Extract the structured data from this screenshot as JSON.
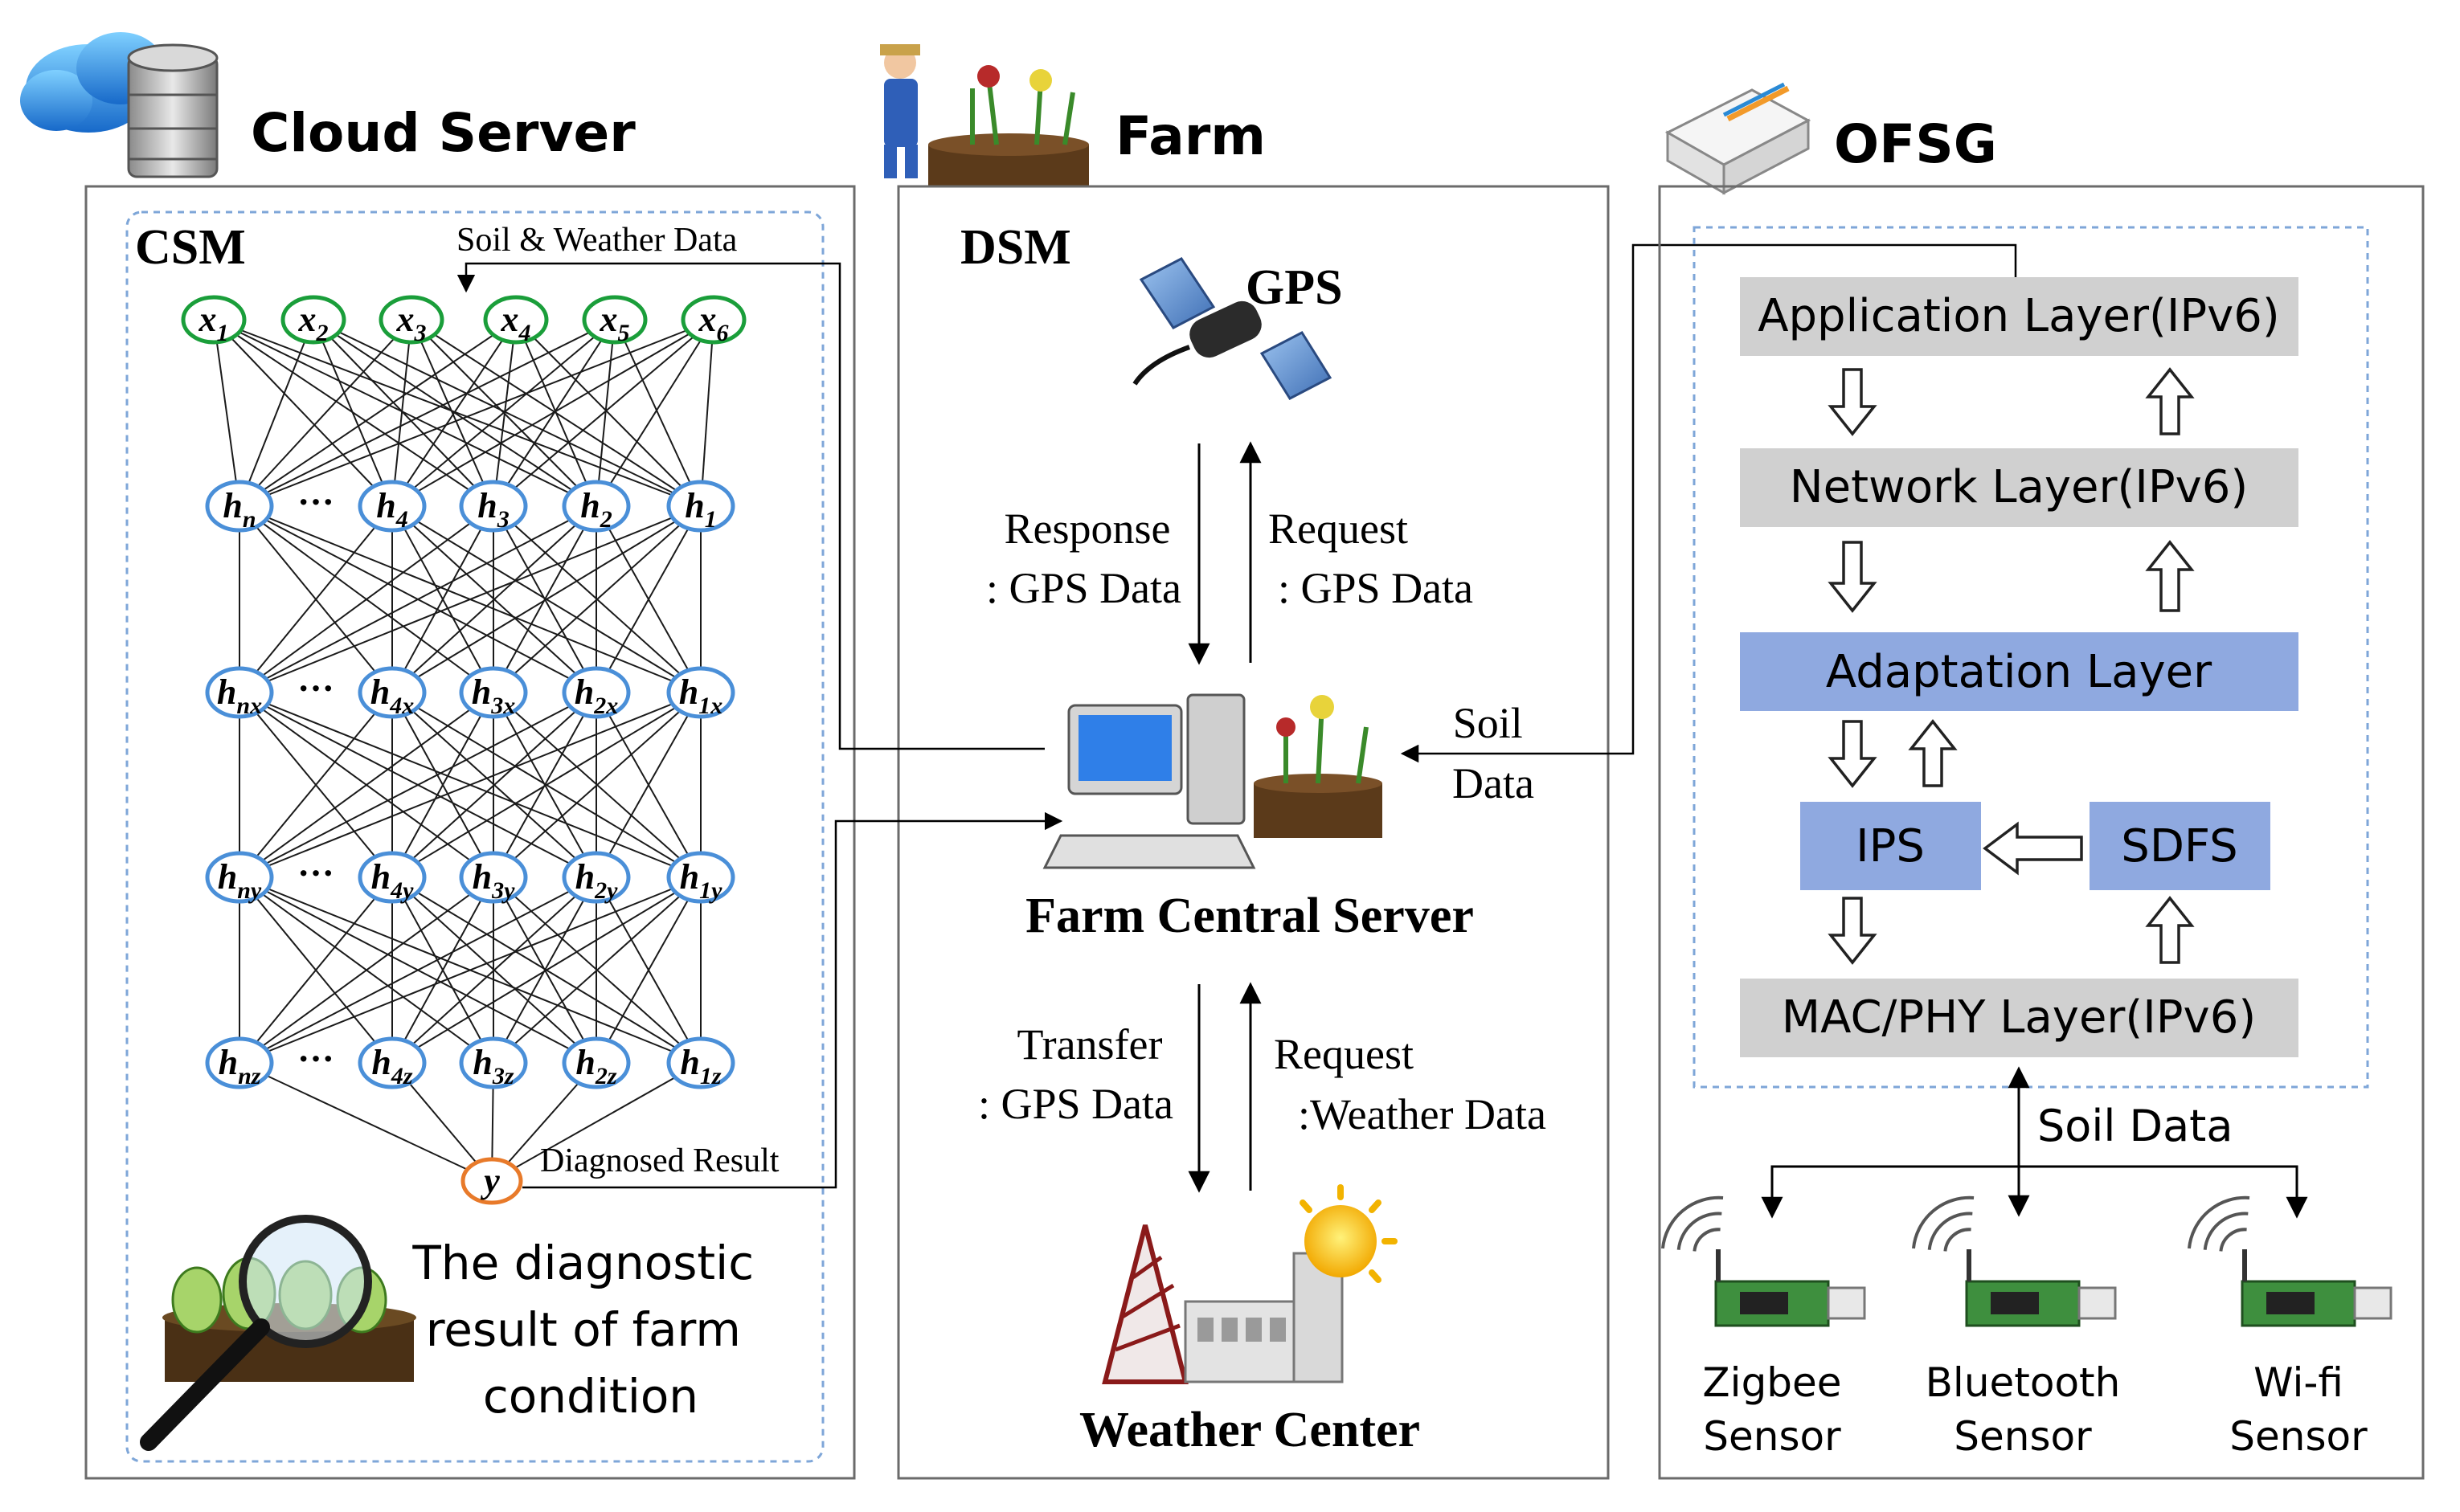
{
  "sections": {
    "cloud": {
      "title": "Cloud Server",
      "module": "CSM",
      "input_label": "Soil & Weather Data",
      "output_label": "Diagnosed Result",
      "caption": [
        "The diagnostic",
        "result of farm",
        "condition"
      ]
    },
    "farm": {
      "title": "Farm",
      "module": "DSM",
      "gps": "GPS",
      "server": "Farm Central Server",
      "weather": "Weather Center",
      "response": [
        "Response",
        ": GPS Data"
      ],
      "request_gps": [
        "Request",
        ": GPS Data"
      ],
      "transfer": [
        "Transfer",
        ": GPS Data"
      ],
      "request_weather": [
        "Request",
        ":Weather Data"
      ],
      "soil": [
        "Soil",
        "Data"
      ]
    },
    "ofsg": {
      "title": "OFSG",
      "app_layer": "Application Layer(IPv6)",
      "net_layer": "Network Layer(IPv6)",
      "adapt_layer": "Adaptation Layer",
      "ips": "IPS",
      "sdfs": "SDFS",
      "mac_layer": "MAC/PHY Layer(IPv6)",
      "soil_data": "Soil Data",
      "sensors": [
        [
          "Zigbee",
          "Sensor"
        ],
        [
          "Bluetooth",
          "Sensor"
        ],
        [
          "Wi-fi",
          "Sensor"
        ]
      ]
    }
  },
  "network": {
    "inputs": [
      [
        "x",
        "1"
      ],
      [
        "x",
        "2"
      ],
      [
        "x",
        "3"
      ],
      [
        "x",
        "4"
      ],
      [
        "x",
        "5"
      ],
      [
        "x",
        "6"
      ]
    ],
    "layers": [
      [
        [
          "h",
          "n"
        ],
        [
          "h",
          "4"
        ],
        [
          "h",
          "3"
        ],
        [
          "h",
          "2"
        ],
        [
          "h",
          "1"
        ]
      ],
      [
        [
          "h",
          "nx"
        ],
        [
          "h",
          "4x"
        ],
        [
          "h",
          "3x"
        ],
        [
          "h",
          "2x"
        ],
        [
          "h",
          "1x"
        ]
      ],
      [
        [
          "h",
          "ny"
        ],
        [
          "h",
          "4y"
        ],
        [
          "h",
          "3y"
        ],
        [
          "h",
          "2y"
        ],
        [
          "h",
          "1y"
        ]
      ],
      [
        [
          "h",
          "nz"
        ],
        [
          "h",
          "4z"
        ],
        [
          "h",
          "3z"
        ],
        [
          "h",
          "2z"
        ],
        [
          "h",
          "1z"
        ]
      ]
    ],
    "output": [
      "y",
      ""
    ],
    "ellipsis": "···",
    "colors": {
      "input": "#1a9e3a",
      "hidden": "#4a8fd8",
      "output": "#e87a2a"
    }
  },
  "colors": {
    "layer_gray": "#d0d0d0",
    "layer_blue": "#8fa9e0",
    "box_border": "#6b6b6b"
  }
}
